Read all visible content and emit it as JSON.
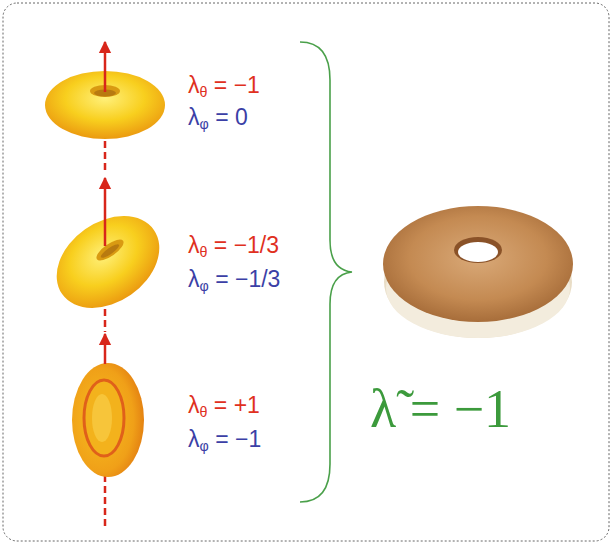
{
  "diagram": {
    "labels": [
      "λθ = −1",
      "λφ = 0",
      "λθ = −1/3",
      "λφ = −1/3",
      "λθ = +1",
      "λφ = −1",
      "λ̃ = −1"
    ]
  }
}
